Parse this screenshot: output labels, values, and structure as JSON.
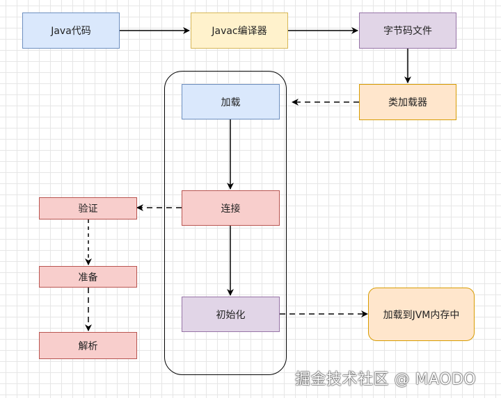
{
  "nodes": {
    "java_code": "Java代码",
    "javac_compiler": "Javac编译器",
    "bytecode_file": "字节码文件",
    "class_loader": "类加载器",
    "loading": "加载",
    "linking": "连接",
    "initialization": "初始化",
    "verification": "验证",
    "preparation": "准备",
    "resolution": "解析",
    "load_into_jvm_memory": "加载到JVM内存中"
  },
  "watermark": "掘金技术社区 @ MAODO",
  "colors": {
    "blue_fill": "#dae8fc",
    "yellow_fill": "#fff2cc",
    "purple_fill": "#e1d5e7",
    "orange_fill": "#ffe6cc",
    "red_fill": "#f8cecc"
  }
}
